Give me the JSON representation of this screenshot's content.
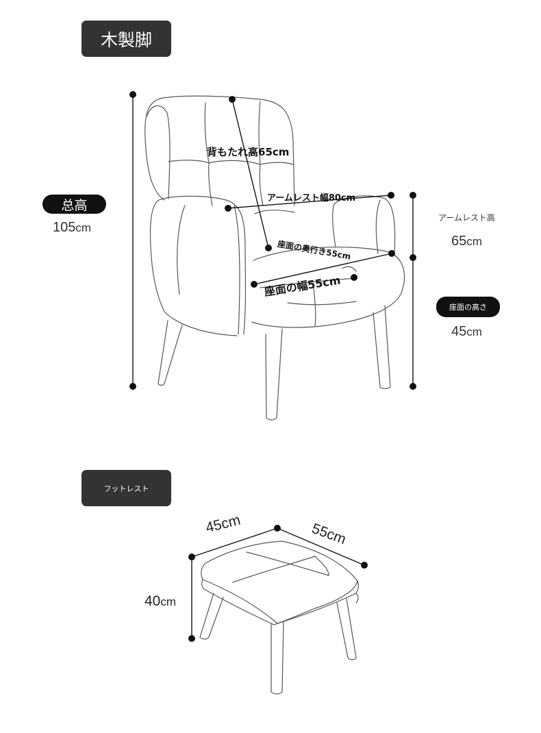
{
  "wood_legs_label": "木製脚",
  "chair": {
    "total_height_label": "总高",
    "total_height_value": "105",
    "unit": "cm",
    "backrest_height": "背もたれ高65cm",
    "armrest_width": "アームレスト幅80cm",
    "seat_depth": "座面の奥行き55cm",
    "seat_width": "座面の幅55cm",
    "armrest_height_label": "アームレスト高",
    "armrest_height_value": "65",
    "seat_height_label": "座面の高さ",
    "seat_height_value": "45"
  },
  "footrest": {
    "label": "フットレスト",
    "width": "45cm",
    "depth": "55cm",
    "height_value": "40",
    "unit": "cm"
  }
}
